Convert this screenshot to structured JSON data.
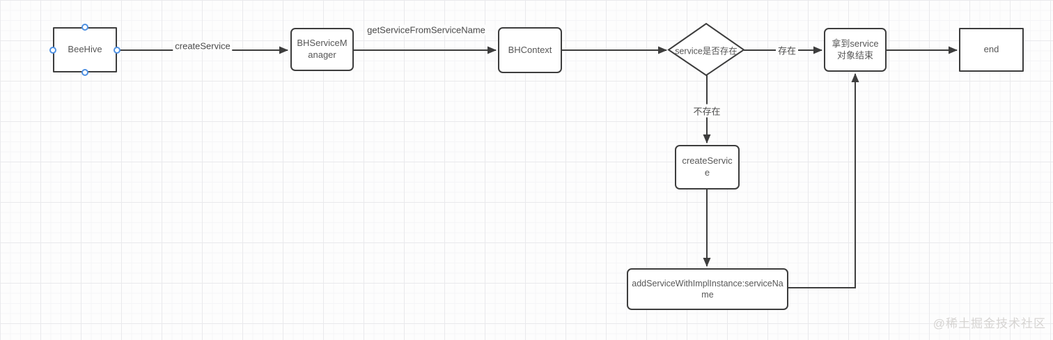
{
  "canvas": {
    "watermark": "@稀土掘金技术社区"
  },
  "nodes": {
    "beehive": {
      "label": "BeeHive"
    },
    "bh_service_manager": {
      "label": "BHServiceM\nanager"
    },
    "bh_context": {
      "label": "BHContext"
    },
    "decision": {
      "label": "service是否存在"
    },
    "got_service": {
      "label": "拿到service\n对象结束"
    },
    "end": {
      "label": "end"
    },
    "create_service": {
      "label": "createServic\ne"
    },
    "add_service": {
      "label": "addServiceWithImplInstance:serviceNa\nme"
    }
  },
  "edges": {
    "create_service_label": "createService",
    "get_service_label": "getServiceFromServiceName",
    "exists_label": "存在",
    "not_exists_label": "不存在"
  },
  "colors": {
    "stroke": "#3d3d3d",
    "handle_blue": "#4e90e2",
    "grid_major": "#e9e9ec",
    "grid_minor": "#f5f5f7",
    "watermark_gray": "#d6d4d2"
  }
}
